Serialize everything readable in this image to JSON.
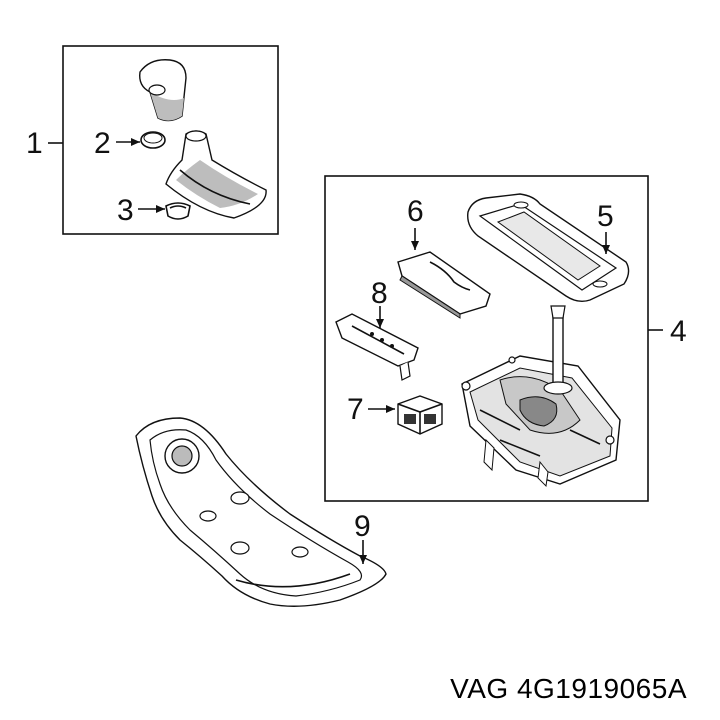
{
  "callouts": {
    "c1": "1",
    "c2": "2",
    "c3": "3",
    "c4": "4",
    "c5": "5",
    "c6": "6",
    "c7": "7",
    "c8": "8",
    "c9": "9"
  },
  "footer": {
    "part_number": "VAG 4G1919065A"
  }
}
